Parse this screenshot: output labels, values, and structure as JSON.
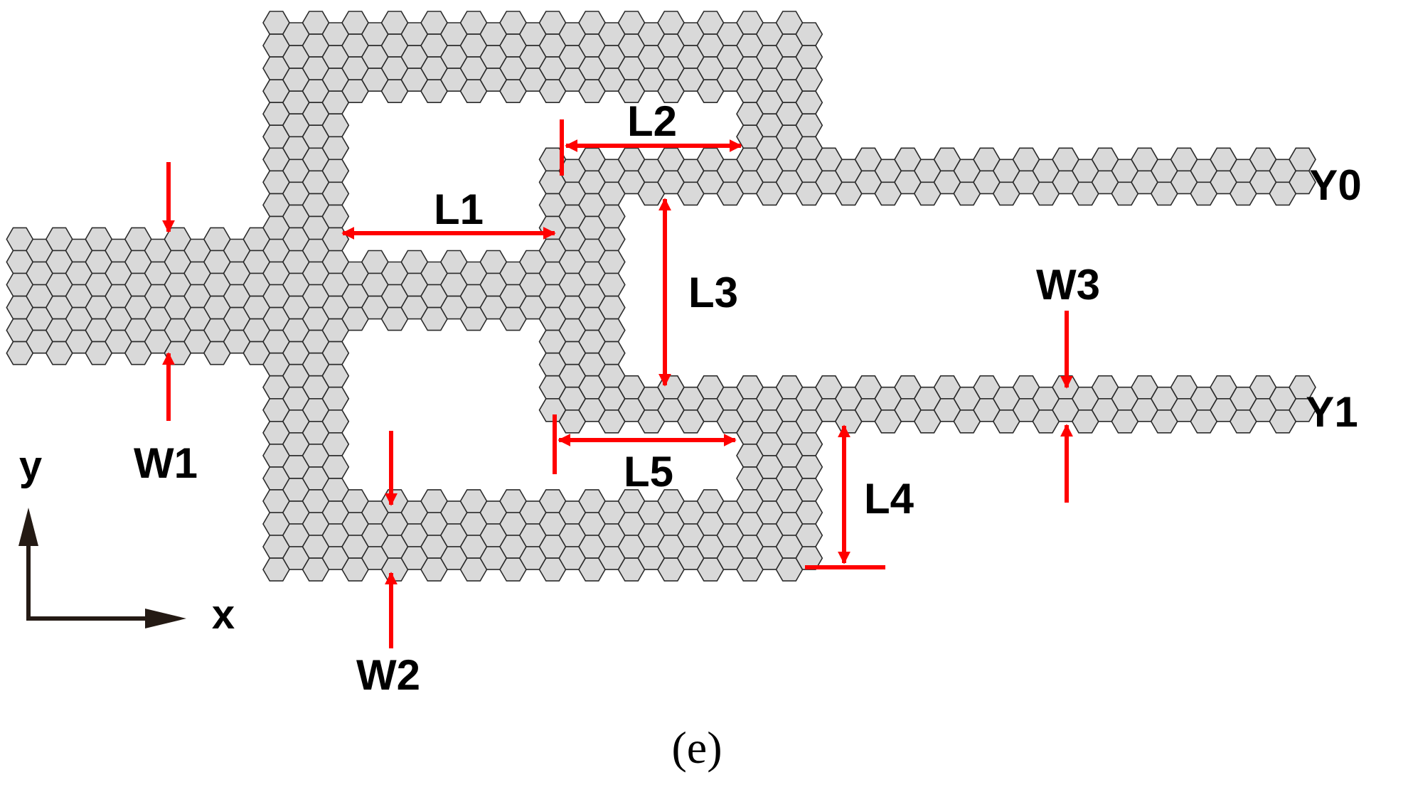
{
  "diagram": {
    "colors": {
      "cell_fill": "#d9d9d9",
      "cell_stroke": "#2b2b2b",
      "dimension": "#ff0000",
      "axis": "#241a14",
      "text": "#000000"
    },
    "labels": {
      "L1": "L1",
      "L2": "L2",
      "L3": "L3",
      "L4": "L4",
      "L5": "L5",
      "W1": "W1",
      "W2": "W2",
      "W3": "W3",
      "Y0": "Y0",
      "Y1": "Y1"
    },
    "axes": {
      "x": "x",
      "y": "y"
    },
    "caption": "(e)"
  }
}
